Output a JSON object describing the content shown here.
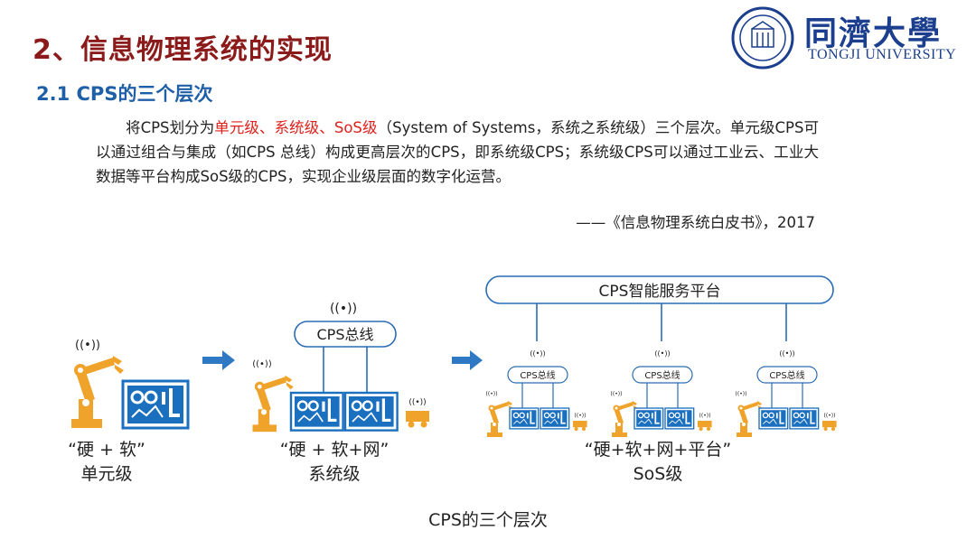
{
  "slide": {
    "title": "2、信息物理系统的实现",
    "subtitle": "2.1  CPS的三个层次",
    "paragraph": {
      "lead": "将CPS划分为",
      "highlight": "单元级、系统级、SoS级",
      "rest": "（System of Systems，系统之系统级）三个层次。单元级CPS可以通过组合与集成（如CPS 总线）构成更高层次的CPS，即系统级CPS；系统级CPS可以通过工业云、工业大数据等平台构成SoS级的CPS，实现企业级层面的数字化运营。"
    },
    "citation": "——《信息物理系统白皮书》，2017",
    "caption": "CPS的三个层次"
  },
  "logo": {
    "name_cn": "同濟大學",
    "name_en": "TONGJI UNIVERSITY"
  },
  "diagram": {
    "platform_label": "CPS智能服务平台",
    "bus_label": "CPS总线",
    "wifi_symbol": "((•))",
    "levels": [
      {
        "quote": "“硬 + 软”",
        "name": "单元级"
      },
      {
        "quote": "“硬 + 软+网”",
        "name": "系统级"
      },
      {
        "quote": "“硬+软+网+平台”",
        "name": "SoS级"
      }
    ]
  },
  "colors": {
    "title": "#8b1a1a",
    "subtitle": "#1f5fa8",
    "highlight": "#e0201b",
    "robot": "#f0a32a",
    "screen_blue": "#1b6fbf",
    "bus_blue": "#2a6cb5",
    "arrow": "#2f78c4"
  }
}
